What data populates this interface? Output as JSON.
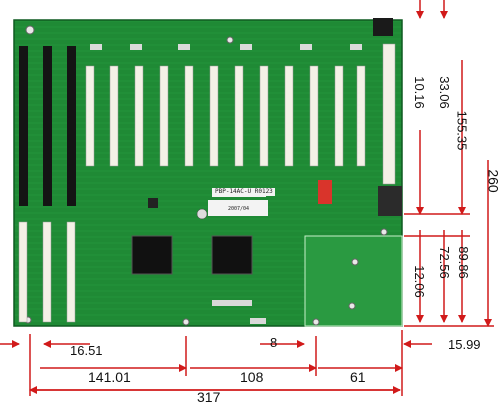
{
  "colors": {
    "pcb": "#1f8a35",
    "pcb_dark": "#146a27",
    "slot_white": "#f4f1e6",
    "slot_black": "#141414",
    "dimension_red": "#d11a1a",
    "text": "#111111"
  },
  "board": {
    "silkscreen_label": "PBP-14AC-U R0123",
    "small_label": "2007/04"
  },
  "dimensions": {
    "horizontal": {
      "slot_start": "16.51",
      "to_chip": "141.01",
      "chip_to_edge": "108",
      "small_gap": "8",
      "cutout_width": "61",
      "right_offset": "15.99",
      "total_width": "317"
    },
    "vertical": {
      "top_offset": "10.16",
      "upper_height": "33.06",
      "main_height": "155.35",
      "total_height": "260",
      "cutout_top": "12.06",
      "cutout_mid": "72.56",
      "cutout_full": "89.86"
    }
  }
}
